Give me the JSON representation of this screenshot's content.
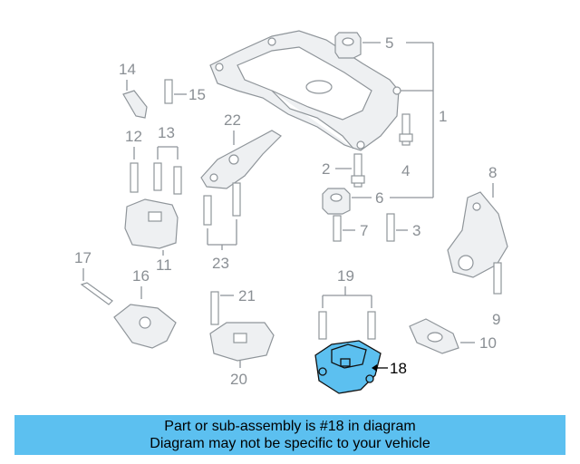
{
  "callouts": {
    "c1": "1",
    "c2": "2",
    "c3": "3",
    "c4": "4",
    "c5": "5",
    "c6": "6",
    "c7": "7",
    "c8": "8",
    "c9": "9",
    "c10": "10",
    "c11": "11",
    "c12": "12",
    "c13": "13",
    "c14": "14",
    "c15": "15",
    "c16": "16",
    "c17": "17",
    "c18": "18",
    "c19": "19",
    "c20": "20",
    "c21": "21",
    "c22": "22",
    "c23": "23"
  },
  "highlight": {
    "part_number": "18",
    "color": "#5cc0f0"
  },
  "banner": {
    "line1": "Part or sub-assembly is #18 in diagram",
    "line2": "Diagram may not be specific to your vehicle",
    "color": "#5cc0f0"
  }
}
